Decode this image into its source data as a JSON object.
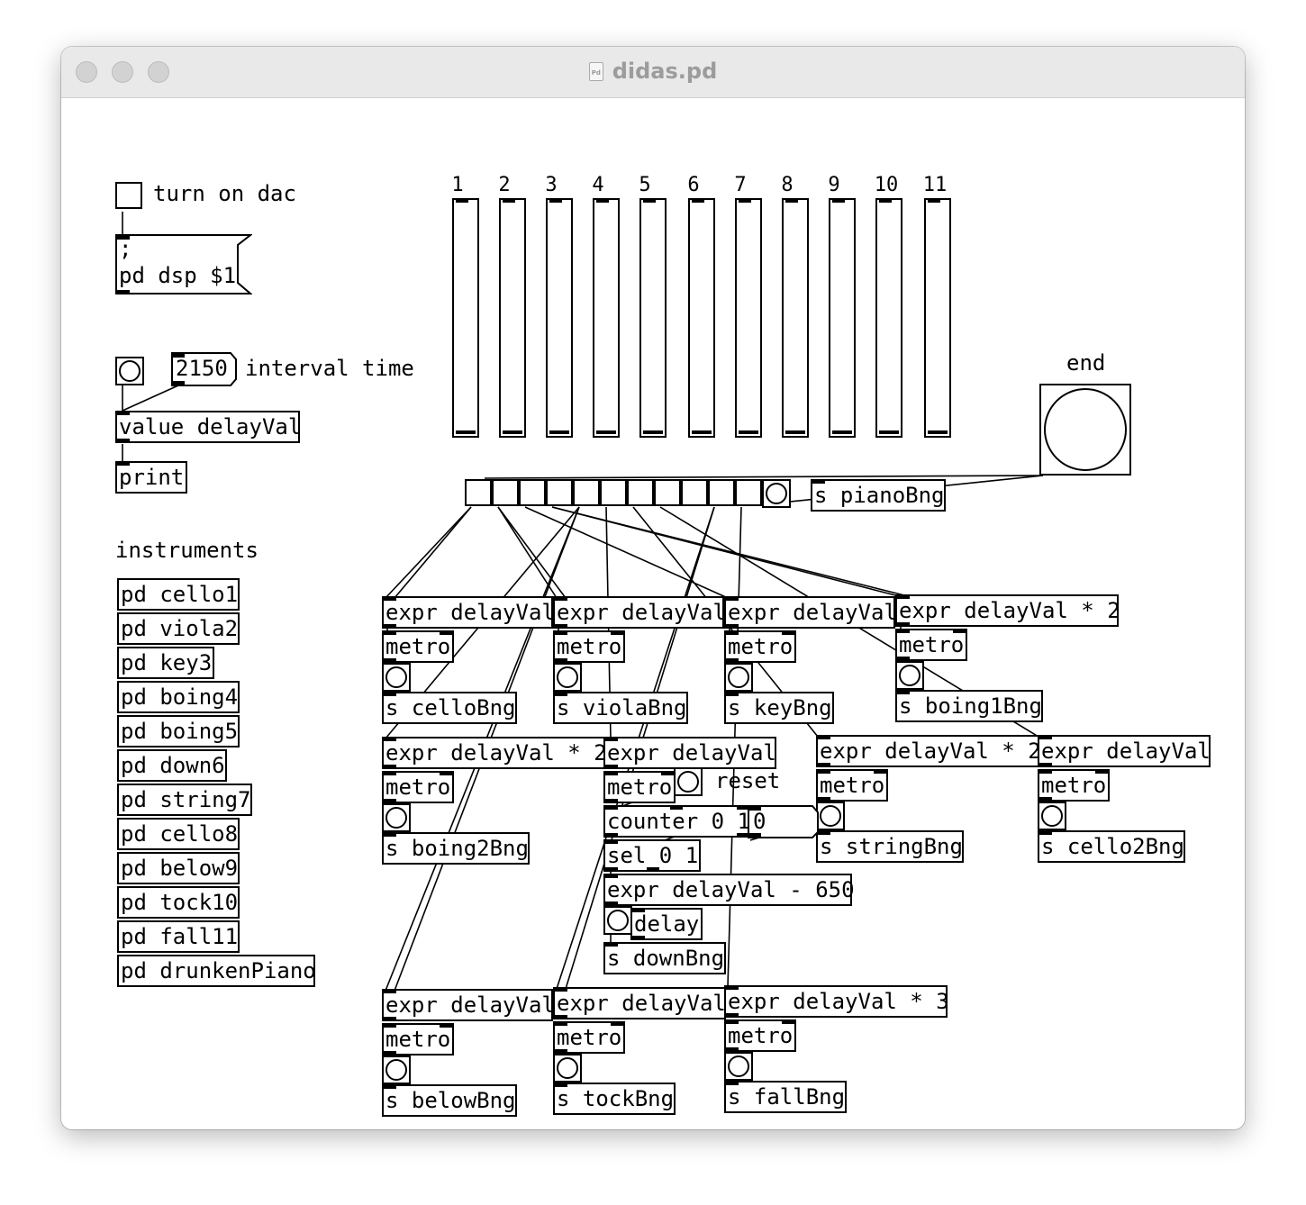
{
  "window": {
    "title": "didas.pd"
  },
  "dsp": {
    "toggle_label": "turn on dac",
    "msg_line1": ";",
    "msg_line2": "pd dsp $1"
  },
  "interval": {
    "number": "2150",
    "label": "interval time",
    "value_obj": "value delayVal",
    "print_obj": "print"
  },
  "instruments": {
    "heading": "instruments",
    "items": [
      "pd cello1",
      "pd viola2",
      "pd key3",
      "pd boing4",
      "pd boing5",
      "pd down6",
      "pd string7",
      "pd cello8",
      "pd below9",
      "pd tock10",
      "pd fall11",
      "pd drunkenPiano"
    ]
  },
  "sliders": {
    "labels": [
      "1",
      "2",
      "3",
      "4",
      "5",
      "6",
      "7",
      "8",
      "9",
      "10",
      "11"
    ]
  },
  "end": {
    "label": "end"
  },
  "piano_send": "s pianoBng",
  "groups": [
    {
      "expr": "expr delayVal",
      "metro": "metro",
      "send": "s celloBng"
    },
    {
      "expr": "expr delayVal",
      "metro": "metro",
      "send": "s violaBng"
    },
    {
      "expr": "expr delayVal",
      "metro": "metro",
      "send": "s keyBng"
    },
    {
      "expr": "expr delayVal * 2",
      "metro": "metro",
      "send": "s boing1Bng"
    },
    {
      "expr": "expr delayVal * 2",
      "metro": "metro",
      "send": "s boing2Bng"
    },
    {
      "expr": "expr delayVal * 2",
      "metro": "metro",
      "send": "s stringBng"
    },
    {
      "expr": "expr delayVal",
      "metro": "metro",
      "send": "s cello2Bng"
    },
    {
      "expr": "expr delayVal",
      "metro": "metro",
      "send": "s belowBng"
    },
    {
      "expr": "expr delayVal",
      "metro": "metro",
      "send": "s tockBng"
    },
    {
      "expr": "expr delayVal * 3",
      "metro": "metro",
      "send": "s fallBng"
    }
  ],
  "down": {
    "expr": "expr delayVal",
    "metro": "metro",
    "reset": "reset",
    "counter": "counter 0 1",
    "number": "0",
    "sel": "sel 0 1",
    "expr2": "expr delayVal - 650",
    "delay": "delay",
    "send": "s downBng"
  }
}
